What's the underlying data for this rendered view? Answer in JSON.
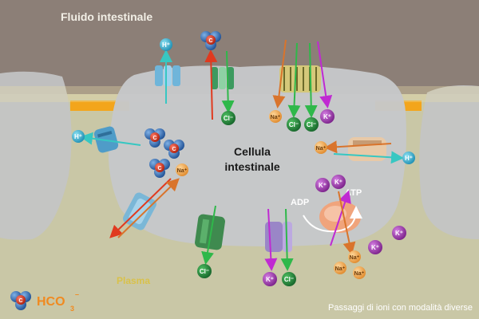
{
  "labels": {
    "lumen": "Fluido intestinale",
    "cell_line1": "Cellula",
    "cell_line2": "intestinale",
    "plasma": "Plasma",
    "legend_formula": "HCO",
    "legend_sub": "3",
    "legend_sup": "–",
    "caption": "Passaggi di ioni con modalità diverse",
    "adp": "ADP",
    "atp": "ATP"
  },
  "ions": {
    "h": "H⁺",
    "cl": "Cl⁻",
    "na": "Na⁺",
    "k": "K⁺"
  },
  "colors": {
    "lumen": "#8c7f77",
    "plasma": "#c9c7a6",
    "cell": "#c6c8ca",
    "junction": "#f3a51c",
    "cl_ion": "#2c8a3a",
    "na_ion": "#f5a54a",
    "k_ion": "#a53bb8",
    "h_ion": "#3bb6d6",
    "hco3_arrow": "#e03a1f",
    "cl_arrow": "#2fb84a",
    "na_arrow": "#d9742c",
    "k_arrow": "#c02ad2",
    "h_arrow": "#37c7c2"
  },
  "icons": [
    "bicarbonate-molecule-icon",
    "h-ion-icon",
    "cl-ion-icon",
    "na-ion-icon",
    "k-ion-icon",
    "atp-pump-icon"
  ]
}
